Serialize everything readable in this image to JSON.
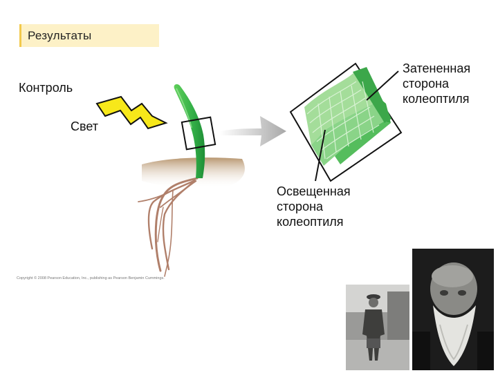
{
  "title": "Результаты",
  "labels": {
    "control": "Контроль",
    "light": "Свет",
    "shaded": "Затененная\nсторона\nколеоптиля",
    "illuminated": "Освещенная\nсторона\nколеоптиля"
  },
  "copyright": "Copyright © 2008 Pearson Education, Inc., publishing as Pearson Benjamin Cummings.",
  "colors": {
    "title_bg": "#fdf1c7",
    "light_bolt": "#f7e81a",
    "shoot_green": "#3bb44a",
    "cell_dark": "#3aa845",
    "cell_light": "#a4dd9a",
    "arrow": "#b7b7b7",
    "soil": "#c7a987",
    "root": "#b07f6a"
  }
}
